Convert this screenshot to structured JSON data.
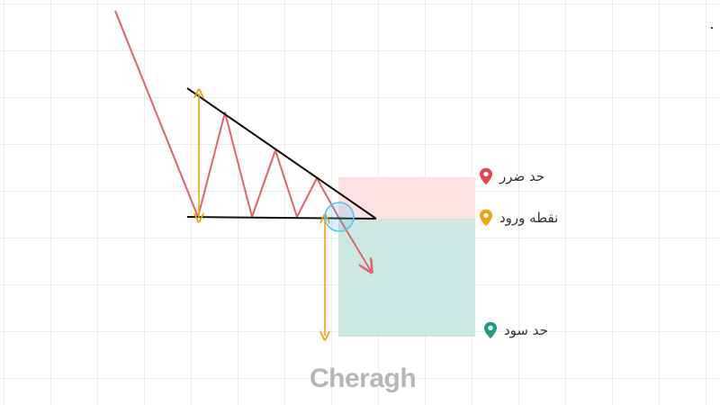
{
  "labels": {
    "stop_loss": "حد ضرر",
    "entry_point": "نقطه ورود",
    "take_profit": "حد سود"
  },
  "logo": "Cheragh",
  "colors": {
    "price_line": "#e4626a",
    "trend_line": "#111111",
    "measure_arrow": "#f0a30a",
    "stop_loss_zone": "#fde1e3",
    "take_profit_zone": "#cde8e2",
    "entry_circle": "#5bc6e4",
    "stop_loss_pin": "#e5454f",
    "entry_pin": "#f0a30a",
    "take_profit_pin": "#229a84",
    "grid": "#ececec",
    "logo": "#b7b7b7"
  },
  "icons": {
    "stop_loss": "map-pin-icon",
    "entry_point": "map-pin-icon",
    "take_profit": "map-pin-icon"
  }
}
